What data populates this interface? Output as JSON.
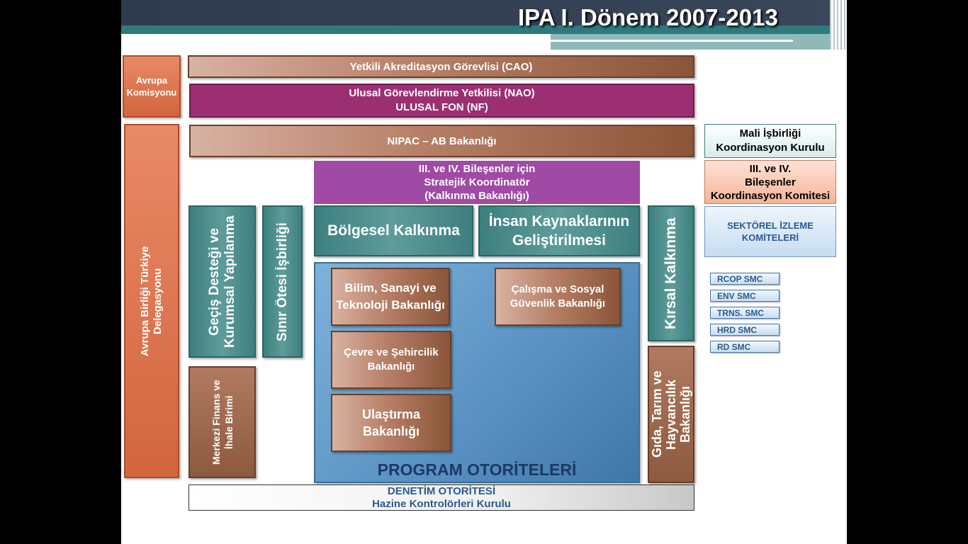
{
  "title": "IPA I. Dönem 2007-2013",
  "left": {
    "commission": "Avrupa Komisyonu",
    "delegation": "Avrupa Birliği Türkiye Delegasyonu"
  },
  "top": {
    "cao": "Yetkili Akreditasyon Görevlisi (CAO)",
    "nao_line1": "Ulusal Görevlendirme Yetkilisi (NAO)",
    "nao_line2": "ULUSAL FON (NF)",
    "nipac": "NIPAC – AB Bakanlığı",
    "strategic_line1": "III. ve IV. Bileşenler için",
    "strategic_line2": "Stratejik Koordinatör",
    "strategic_line3": "(Kalkınma Bakanlığı)"
  },
  "components": {
    "transition": "Geçiş Desteği ve Kurumsal Yapılanma",
    "crossborder": "Sınır Ötesi İşbirliği",
    "regional": "Bölgesel Kalkınma",
    "hrd": "İnsan Kaynaklarının Geliştirilmesi",
    "rural": "Kırsal Kalkınma"
  },
  "cfcu": "Merkezi Finans ve İhale Birimi",
  "ministries": {
    "science": "Bilim, Sanayi ve Teknoloji Bakanlığı",
    "labour": "Çalışma ve Sosyal Güvenlik Bakanlığı",
    "environment": "Çevre ve Şehircilik Bakanlığı",
    "transport": "Ulaştırma Bakanlığı",
    "agriculture": "Gıda, Tarım ve Hayvancılık Bakanlığı"
  },
  "program_authorities": "PROGRAM OTORİTELERİ",
  "audit": {
    "line1": "DENETİM OTORİTESİ",
    "line2": "Hazine Kontrolörleri Kurulu"
  },
  "right": {
    "fin_coop_line1": "Mali İşbirliği",
    "fin_coop_line2": "Koordinasyon Kurulu",
    "coord_line1": "III. ve IV.",
    "coord_line2": "Bileşenler",
    "coord_line3": "Koordinasyon Komitesi",
    "sector_line1": "SEKTÖREL İZLEME",
    "sector_line2": "KOMİTELERİ",
    "smc": [
      "RCOP SMC",
      "ENV SMC",
      "TRNS. SMC",
      "HRD SMC",
      "RD SMC"
    ]
  },
  "colors": {
    "brown": "#8a5538",
    "magenta": "#9c2f72",
    "purple": "#a04aa6",
    "teal": "#3d7f80",
    "orange": "#d2653e",
    "blue": "#4a86b8",
    "navy_text": "#1f3864"
  }
}
